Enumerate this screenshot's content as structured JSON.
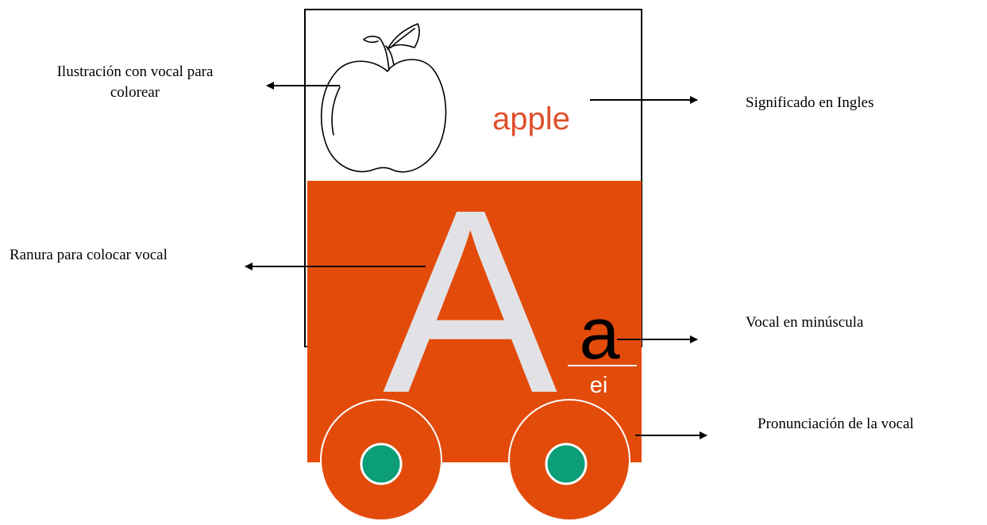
{
  "card": {
    "word": "apple",
    "uppercase_vowel": "A",
    "lowercase_vowel": "a",
    "pronunciation": "ei"
  },
  "callouts": {
    "illustration": "Ilustración con vocal para colorear",
    "illustration_line1": "Ilustración con vocal para",
    "illustration_line2": "colorear",
    "slot": "Ranura para colocar vocal",
    "meaning": "Significado en Ingles",
    "lowercase": "Vocal en minúscula",
    "pronunciation": "Pronunciación de la vocal"
  },
  "colors": {
    "card_orange": "#E34B0B",
    "word_color": "#E0502C",
    "big_letter": "#E2E2E6",
    "hub_green": "#0B9E78",
    "outline": "#000000"
  },
  "icons": [
    "apple-outline-icon",
    "arrow-left-icon",
    "arrow-right-icon",
    "wheel-icon"
  ]
}
